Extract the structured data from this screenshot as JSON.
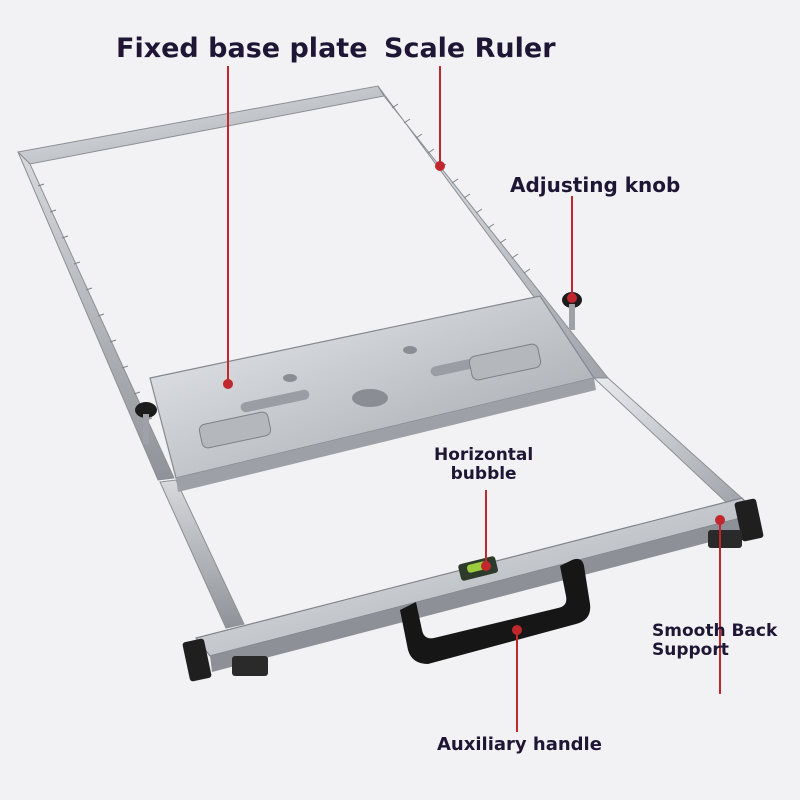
{
  "labels": {
    "fixed_base_plate": "Fixed base plate",
    "scale_ruler": "Scale Ruler",
    "adjusting_knob": "Adjusting knob",
    "horizontal_bubble": [
      "Horizontal",
      "bubble"
    ],
    "smooth_back_support": [
      "Smooth Back",
      "Support"
    ],
    "auxiliary_handle": "Auxiliary handle"
  },
  "colors": {
    "background": "#f2f2f4",
    "callout_line": "#c0282d",
    "label_text": "#1e1634",
    "steel": "#c9ccd1",
    "handle": "#1a1a1a"
  }
}
